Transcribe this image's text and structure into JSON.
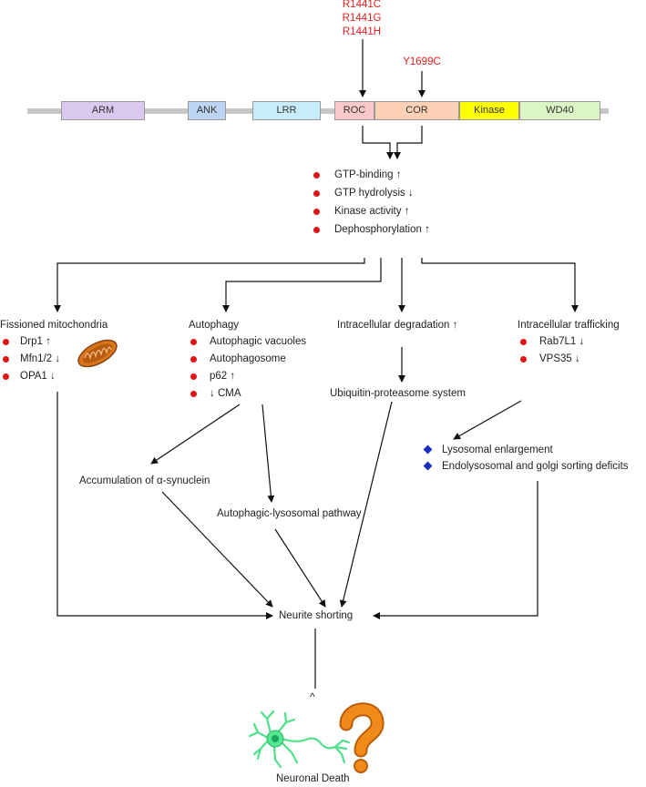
{
  "mutations": {
    "roc": [
      "R1441C",
      "R1441G",
      "R1441H"
    ],
    "cor": "Y1699C"
  },
  "domains": {
    "arm": "ARM",
    "ank": "ANK",
    "lrr": "LRR",
    "roc": "ROC",
    "cor": "COR",
    "kinase": "Kinase",
    "wd40": "WD40"
  },
  "domain_colors": {
    "arm": "#d9c9ee",
    "ank": "#bdd4f2",
    "lrr": "#c9ecfb",
    "roc": "#f9c8c8",
    "cor": "#fbd0b4",
    "kinase": "#ffff00",
    "wd40": "#dcf5c6"
  },
  "effects": [
    "GTP-binding ↑",
    "GTP hydrolysis ↓",
    "Kinase activity ↑",
    "Dephosphorylation ↑"
  ],
  "mitochondria": {
    "title": "Fissioned mitochondria",
    "items": [
      "Drp1 ↑",
      "Mfn1/2 ↓",
      "OPA1 ↓"
    ]
  },
  "autophagy": {
    "title": "Autophagy",
    "items": [
      "Autophagic vacuoles",
      "Autophagosome",
      "p62 ↑",
      "↓ CMA"
    ]
  },
  "degradation": {
    "title": "Intracellular degradation ↑",
    "result": "Ubiquitin-proteasome system"
  },
  "trafficking": {
    "title": "Intracellular trafficking",
    "items": [
      "Rab7L1 ↓",
      "VPS35 ↓"
    ],
    "outcomes": [
      "Lysosomal enlargement",
      "Endolysosomal and golgi sorting deficits"
    ]
  },
  "accumulation": "Accumulation of α-synuclein",
  "autophagic_pathway": "Autophagic-lysosomal pathway",
  "neurite": "Neurite shorting",
  "caret": "^",
  "death": "Neuronal Death",
  "colors": {
    "mutation_red": "#e02020",
    "bullet_red": "#e01414",
    "diamond_blue": "#1a2fc0",
    "backbone": "#c6c6c6",
    "mito_orange": "#d8741c",
    "neuron_green": "#4fe08a",
    "question_orange": "#f28a1a"
  }
}
